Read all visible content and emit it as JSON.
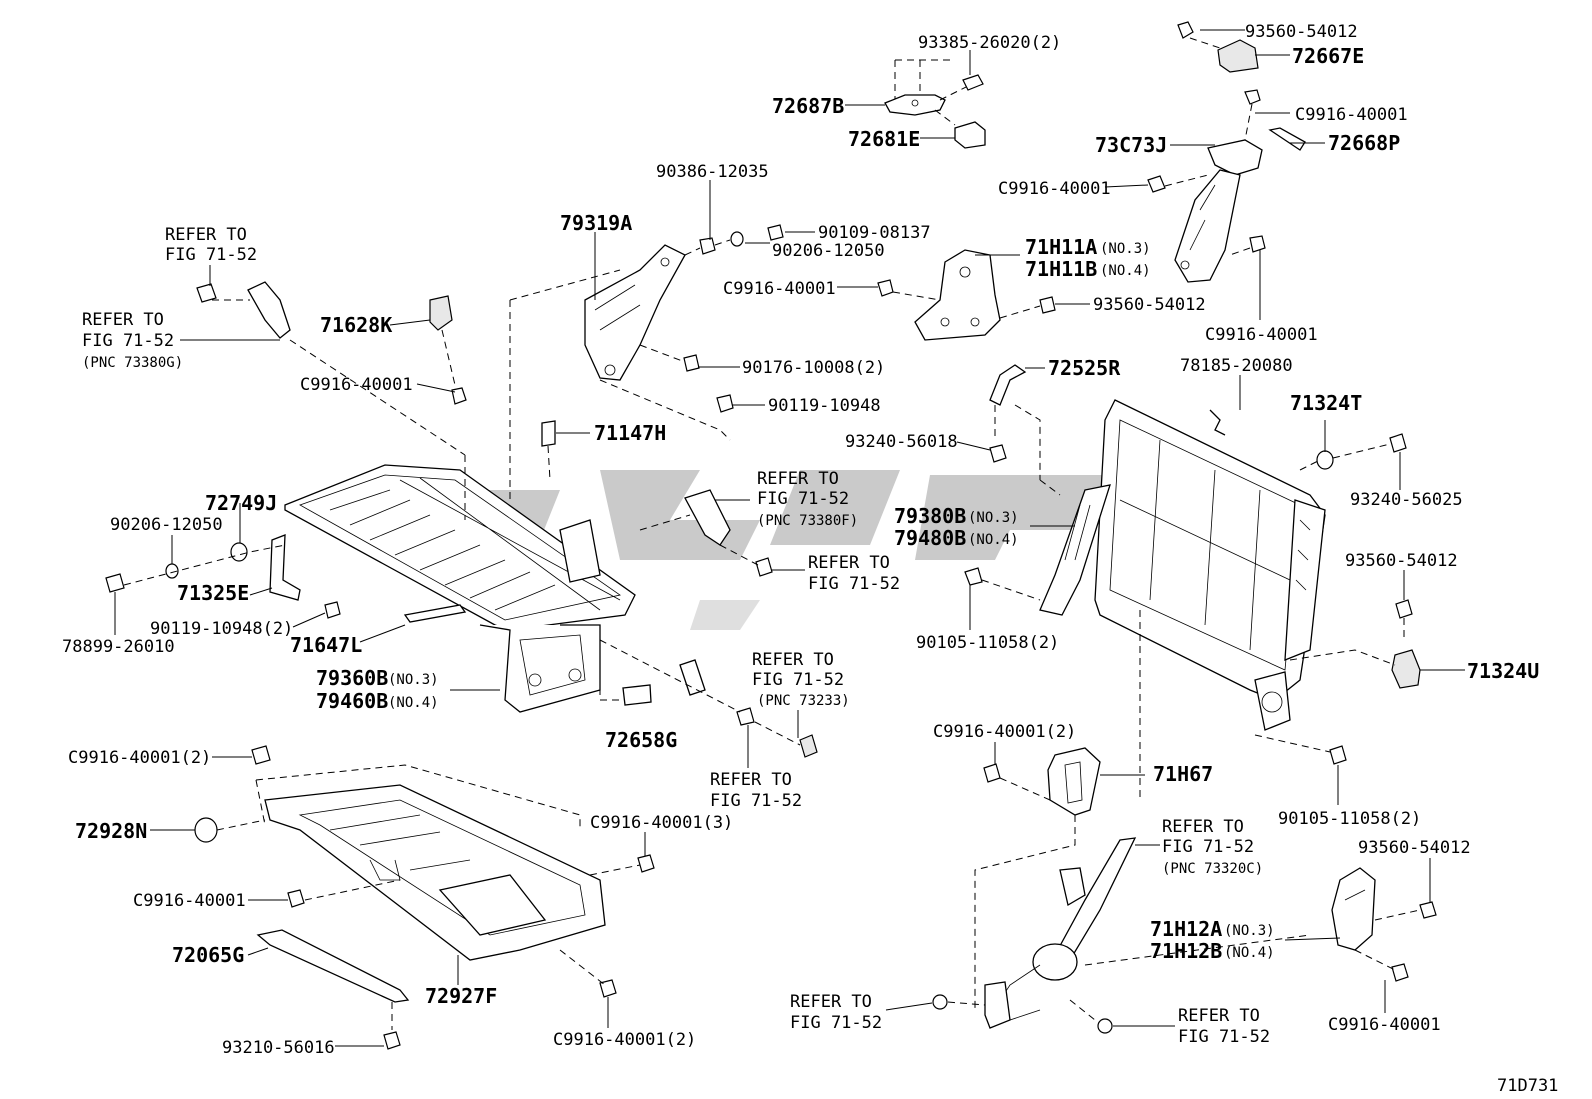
{
  "diagram_code": "71D731",
  "labels": {
    "p93560_54012_top": "93560-54012",
    "p72667E": "72667E",
    "p93385_26020": "93385-26020(2)",
    "p72687B": "72687B",
    "p72681E": "72681E",
    "p C9916_40001_a": "C9916-40001",
    "p73C73J": "73C73J",
    "p72668P": "72668P",
    "pC9916_40001_b": "C9916-40001",
    "p90386_12035": "90386-12035",
    "p79319A": "79319A",
    "p90109_08137": "90109-08137",
    "p90206_12050_a": "90206-12050",
    "p71H11A": "71H11A",
    "p71H11A_no": "(NO.3)",
    "p71H11B": "71H11B",
    "p71H11B_no": "(NO.4)",
    "pC9916_40001_c": "C9916-40001",
    "p93560_54012_b": "93560-54012",
    "pC9916_40001_d": "C9916-40001",
    "refer1_a": "REFER TO",
    "refer1_b": "FIG 71-52",
    "refer2_a": "REFER TO",
    "refer2_b": "FIG 71-52",
    "refer2_c": "(PNC 73380G)",
    "p71628K": "71628K",
    "pC9916_40001_e": "C9916-40001",
    "p90176_10008": "90176-10008(2)",
    "p90119_10948_a": "90119-10948",
    "p72525R": "72525R",
    "p78185_20080": "78185-20080",
    "p71324T": "71324T",
    "p93240_56018": "93240-56018",
    "p71147H": "71147H",
    "p93240_56025": "93240-56025",
    "refer3_a": "REFER TO",
    "refer3_b": "FIG 71-52",
    "refer3_c": "(PNC 73380F)",
    "p72749J": "72749J",
    "p90206_12050_b": "90206-12050",
    "p79380B": "79380B",
    "p79380B_no": "(NO.3)",
    "p79480B": "79480B",
    "p79480B_no": "(NO.4)",
    "p93560_54012_c": "93560-54012",
    "refer4_a": "REFER TO",
    "refer4_b": "FIG 71-52",
    "p71325E": "71325E",
    "p90105_11058_a": "90105-11058(2)",
    "p78899_26010": "78899-26010",
    "p90119_10948_b": "90119-10948(2)",
    "p71647L": "71647L",
    "p71324U": "71324U",
    "refer5_a": "REFER TO",
    "refer5_b": "FIG 71-52",
    "refer5_c": "(PNC 73233)",
    "p79360B": "79360B",
    "p79360B_no": "(NO.3)",
    "p79460B": "79460B",
    "p79460B_no": "(NO.4)",
    "p72658G": "72658G",
    "pC9916_40001_f": "C9916-40001(2)",
    "pC9916_40001_g": "C9916-40001(2)",
    "p71H67": "71H67",
    "refer6_a": "REFER TO",
    "refer6_b": "FIG 71-52",
    "p90105_11058_b": "90105-11058(2)",
    "p72928N": "72928N",
    "pC9916_40001_h": "C9916-40001(3)",
    "refer7_a": "REFER TO",
    "refer7_b": "FIG 71-52",
    "refer7_c": "(PNC 73320C)",
    "p93560_54012_d": "93560-54012",
    "pC9916_40001_i": "C9916-40001",
    "p71H12A": "71H12A",
    "p71H12A_no": "(NO.3)",
    "p71H12B": "71H12B",
    "p71H12B_no": "(NO.4)",
    "p72065G": "72065G",
    "p72927F": "72927F",
    "refer8_a": "REFER TO",
    "refer8_b": "FIG 71-52",
    "refer9_a": "REFER TO",
    "refer9_b": "FIG 71-52",
    "pC9916_40001_j": "C9916-40001",
    "p93210_56016": "93210-56016",
    "pC9916_40001_k": "C9916-40001(2)"
  }
}
